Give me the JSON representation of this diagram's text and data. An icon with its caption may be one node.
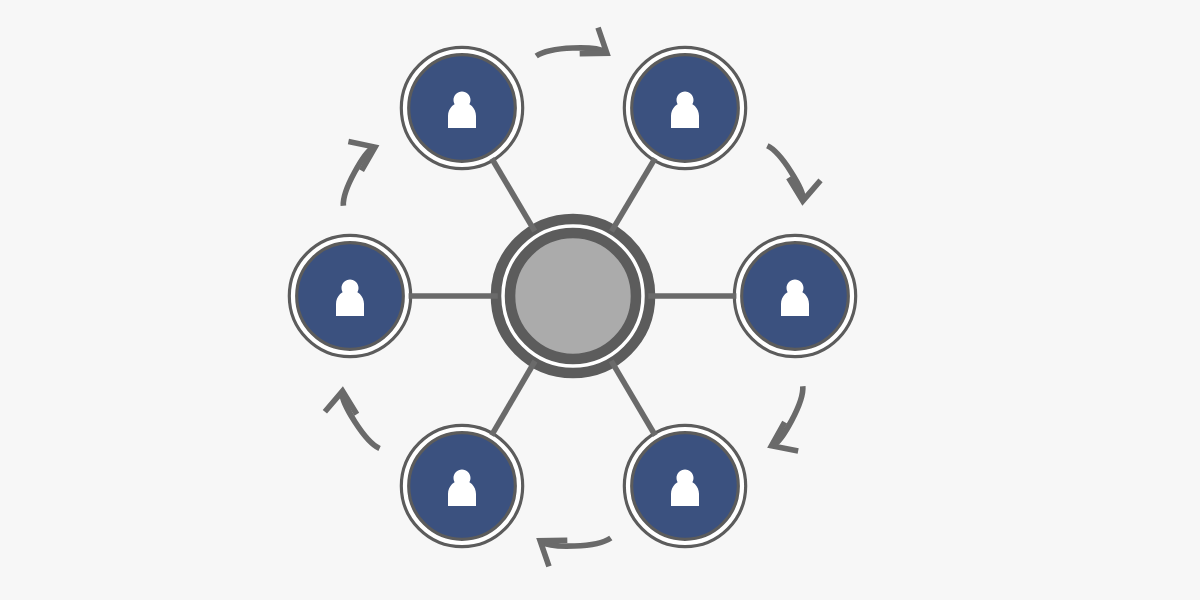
{
  "diagram": {
    "nodes": [
      {
        "text": [],
        "shape": "circle"
      },
      {
        "text": [],
        "shape": "circle"
      },
      {
        "text": [],
        "shape": "circle"
      },
      {
        "text": [],
        "shape": "circle"
      },
      {
        "text": [],
        "shape": "circle"
      },
      {
        "text": [],
        "shape": "circle"
      },
      {
        "text": [],
        "shape": "circle"
      }
    ],
    "edges": [
      {
        "from": 3,
        "to": 0,
        "arrow": "none"
      },
      {
        "from": 3,
        "to": 1,
        "arrow": "none"
      },
      {
        "from": 3,
        "to": 2,
        "arrow": "none"
      },
      {
        "from": 3,
        "to": 4,
        "arrow": "none"
      },
      {
        "from": 3,
        "to": 5,
        "arrow": "none"
      },
      {
        "from": 3,
        "to": 6,
        "arrow": "none"
      },
      {
        "from": 0,
        "to": 1,
        "arrow": "to"
      },
      {
        "from": 1,
        "to": 4,
        "arrow": "to"
      },
      {
        "from": 4,
        "to": 6,
        "arrow": "to"
      },
      {
        "from": 6,
        "to": 5,
        "arrow": "to"
      },
      {
        "from": 5,
        "to": 2,
        "arrow": "to"
      },
      {
        "from": 2,
        "to": 0,
        "arrow": "to"
      }
    ]
  }
}
